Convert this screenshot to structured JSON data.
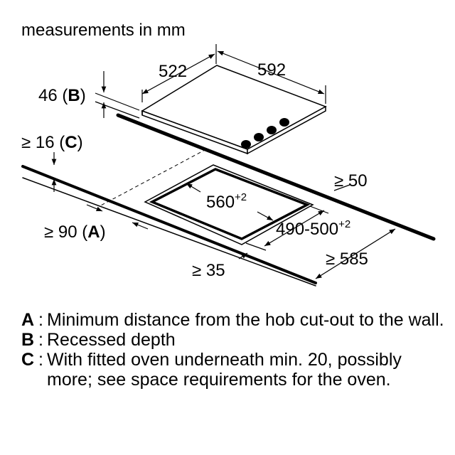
{
  "header": "measurements in mm",
  "dimensions": {
    "hob_depth": "522",
    "hob_width": "592",
    "recessed_depth": "46",
    "recessed_key": "B",
    "oven_gap": "≥ 16",
    "oven_key": "C",
    "wall_distance": "≥ 90",
    "wall_key": "A",
    "front_distance": "≥ 35",
    "side_distance": "≥ 50",
    "worktop_depth": "≥ 585",
    "cutout_width": "560",
    "cutout_width_tolerance": "+2",
    "cutout_depth": "490-500",
    "cutout_depth_tolerance": "+2"
  },
  "legend": [
    {
      "key": "A",
      "text": "Minimum distance from the hob cut-out to the wall."
    },
    {
      "key": "B",
      "text": "Recessed depth"
    },
    {
      "key": "C",
      "text": "With fitted oven underneath min. 20, possibly more; see space requirements for the oven."
    }
  ]
}
